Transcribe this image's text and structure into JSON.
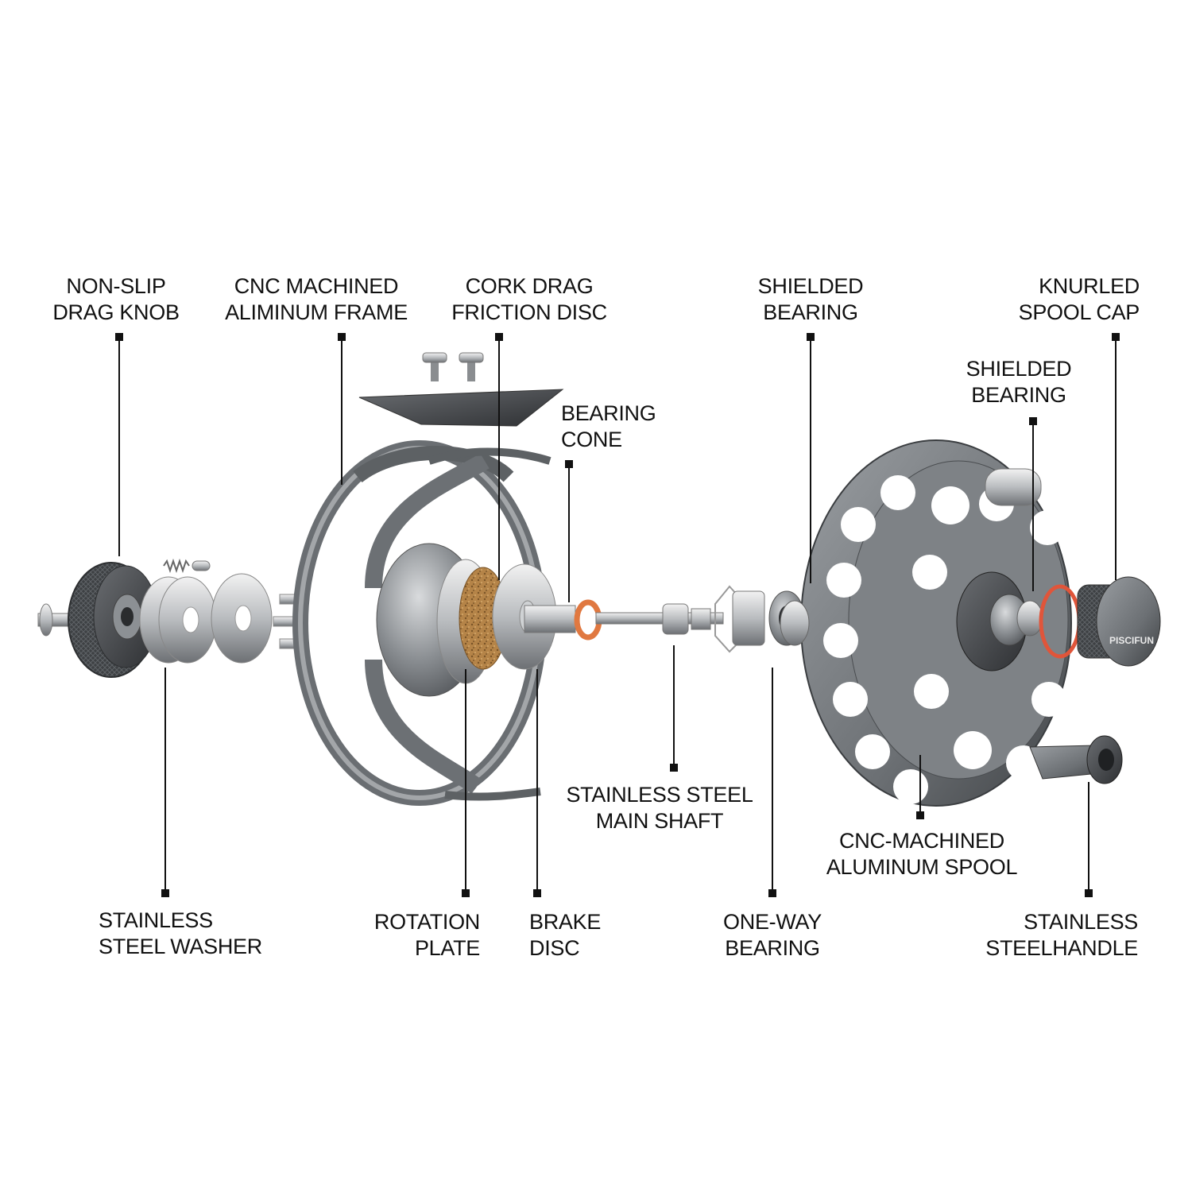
{
  "brand": "PISCIFUN",
  "colors": {
    "text": "#111111",
    "line": "#111111",
    "metal": "#7b7f83",
    "dark_metal": "#4a4d50",
    "cork": "#b8884a",
    "o_ring": "#e07840"
  },
  "labels": {
    "drag_knob": {
      "line1": "NON-SLIP",
      "line2": "DRAG KNOB"
    },
    "frame": {
      "line1": "CNC MACHINED",
      "line2": "ALIMINUM FRAME"
    },
    "cork_disc": {
      "line1": "CORK DRAG",
      "line2": "FRICTION DISC"
    },
    "bearing_cone": {
      "line1": "BEARING",
      "line2": "CONE"
    },
    "shielded_bearing_top": {
      "line1": "SHIELDED",
      "line2": "BEARING"
    },
    "spool_cap": {
      "line1": "KNURLED",
      "line2": "SPOOL CAP"
    },
    "shielded_bearing_inner": {
      "line1": "SHIELDED",
      "line2": "BEARING"
    },
    "washer": {
      "line1": "STAINLESS",
      "line2": "STEEL WASHER"
    },
    "rotation_plate": {
      "line1": "ROTATION",
      "line2": "PLATE"
    },
    "brake_disc": {
      "line1": "BRAKE",
      "line2": "DISC"
    },
    "main_shaft": {
      "line1": "STAINLESS STEEL",
      "line2": "MAIN SHAFT"
    },
    "one_way_bearing": {
      "line1": "ONE-WAY",
      "line2": "BEARING"
    },
    "spool": {
      "line1": "CNC-MACHINED",
      "line2": "ALUMINUM SPOOL"
    },
    "handle": {
      "line1": "STAINLESS",
      "line2": "STEELHANDLE"
    }
  }
}
